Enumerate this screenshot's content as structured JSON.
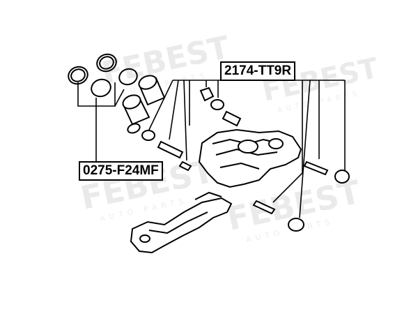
{
  "labels": {
    "caliper_kit_part_number": "2174-TT9R",
    "piston_kit_part_number": "0275-F24MF"
  },
  "watermark": {
    "brand": "FEBEST",
    "tagline": "AUTO PARTS"
  },
  "colors": {
    "line": "#000000",
    "background": "#ffffff",
    "watermark": "#d9d9d9"
  }
}
